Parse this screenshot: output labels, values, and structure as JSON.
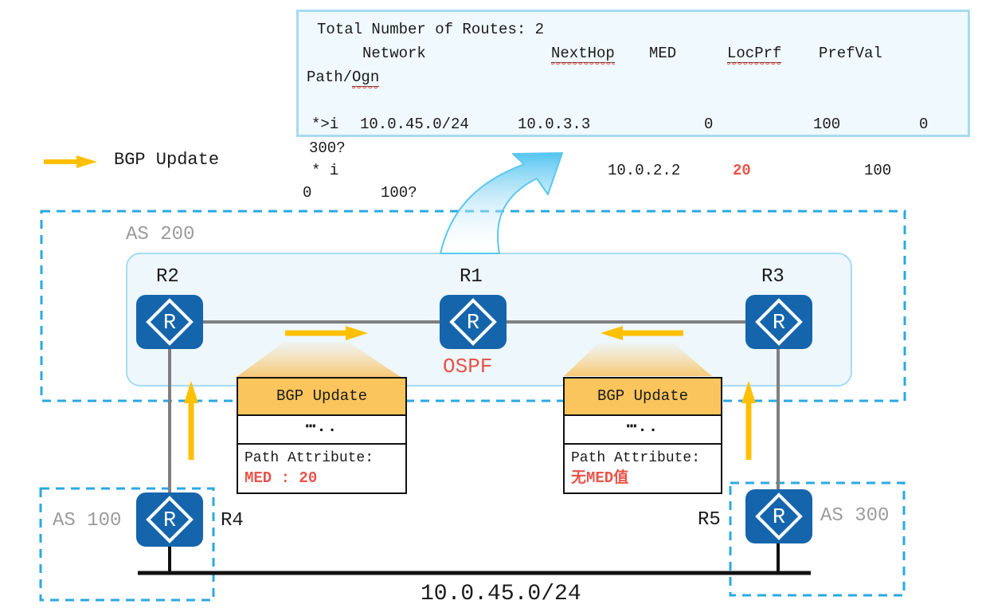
{
  "colors": {
    "accent": "#2AA9E1",
    "panel_border": "#A6DBF2",
    "panel_fill": "#F0F9FE",
    "inner_fill": "#EDF7FC",
    "router_blue": "#1565AC",
    "arrow_orange": "#FFC000",
    "bgp_header": "#FBC55D",
    "alert_red": "#E8544A",
    "label_gray": "#9B9B9B",
    "link_gray": "#7F7F7F",
    "curve_cyan": "#3FBEEF"
  },
  "legend": {
    "label": "BGP Update"
  },
  "route_table": {
    "title": "Total Number of Routes: 2",
    "col_network": "Network",
    "col_nexthop": "NextHop",
    "col_med": "MED",
    "col_locprf": "LocPrf",
    "col_prefval": "PrefVal",
    "col_path_prefix": "Path/",
    "col_path_ogn": "Ogn",
    "rows": [
      {
        "flag": "*>i",
        "network": "10.0.45.0/24",
        "nexthop": "10.0.3.3",
        "med": "0",
        "locprf": "100",
        "prefval": "0",
        "path": "300?"
      },
      {
        "flag": "* i",
        "network": "",
        "nexthop": "10.0.2.2",
        "med": "20",
        "locprf": "100",
        "prefval": "0",
        "path": "100?"
      }
    ]
  },
  "diagram": {
    "as200_label": "AS 200",
    "as100_label": "AS 100",
    "as300_label": "AS 300",
    "r1": "R1",
    "r2": "R2",
    "r3": "R3",
    "r4": "R4",
    "r5": "R5",
    "router_icon_letter": "R",
    "ospf_label": "OSPF",
    "lan_label": "10.0.45.0/24"
  },
  "bgp_msg_left": {
    "title": "BGP Update",
    "ellipsis": "⋯..",
    "attr_label": "Path Attribute:",
    "attr_value": "MED : 20"
  },
  "bgp_msg_right": {
    "title": "BGP Update",
    "ellipsis": "⋯..",
    "attr_label": "Path Attribute:",
    "attr_value": "无MED值"
  }
}
